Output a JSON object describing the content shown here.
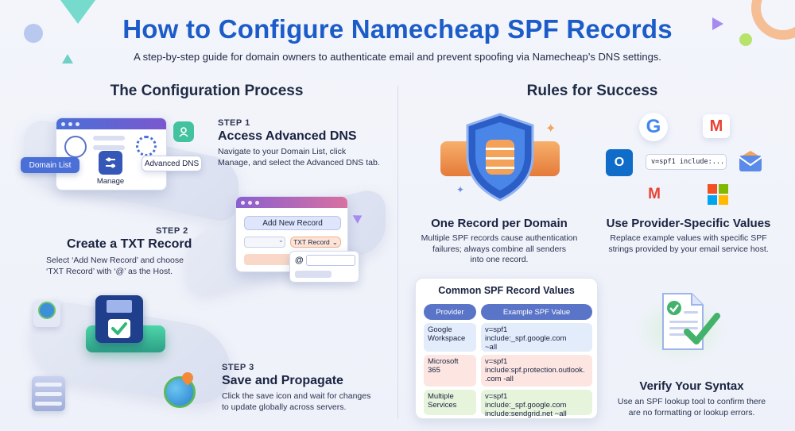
{
  "header": {
    "title": "How to Configure Namecheap SPF Records",
    "subtitle": "A step-by-step guide for domain owners to authenticate email and prevent spoofing via Namecheap’s DNS settings."
  },
  "left": {
    "heading": "The Configuration Process",
    "steps": [
      {
        "label": "STEP 1",
        "title": "Access Advanced DNS",
        "desc_lines": [
          "Navigate to your Domain List, click",
          "Manage, and select the Advanced DNS tab."
        ],
        "mockup": {
          "domain_list": "Domain List",
          "manage": "Manage",
          "advanced_dns": "Advanced DNS"
        }
      },
      {
        "label": "STEP 2",
        "title": "Create a TXT Record",
        "desc_lines": [
          "Select ‘Add New Record’ and choose",
          "‘TXT Record’ with ‘@’ as the Host."
        ],
        "mockup": {
          "add_new_record": "Add New Record",
          "txt_record": "TXT Record",
          "host": "@"
        }
      },
      {
        "label": "STEP 3",
        "title": "Save and Propagate",
        "desc_lines": [
          "Click the save icon and wait for changes",
          "to update globally across servers."
        ]
      }
    ]
  },
  "right": {
    "heading": "Rules for Success",
    "rule1": {
      "title": "One Record per Domain",
      "desc_lines": [
        "Multiple SPF records cause authentication",
        "failures; always combine all senders",
        "into one record."
      ]
    },
    "rule2": {
      "title": "Use Provider-Specific Values",
      "desc_lines": [
        "Replace example values with specific SPF",
        "strings provided by your email service host."
      ],
      "spf_snippet": "v=spf1 include:..."
    },
    "table": {
      "title": "Common SPF Record Values",
      "headers": [
        "Provider",
        "Example SPF Value"
      ],
      "rows": [
        {
          "provider_lines": [
            "Google",
            "Workspace"
          ],
          "value_lines": [
            "v=spf1 include:_spf.google.com",
            "~all"
          ],
          "color": "#e3ecfb"
        },
        {
          "provider_lines": [
            "Microsoft",
            "365"
          ],
          "value_lines": [
            "v=spf1",
            "include:spf.protection.outlook.",
            ".com -all"
          ],
          "color": "#fde6e2"
        },
        {
          "provider_lines": [
            "Multiple",
            "Services"
          ],
          "value_lines": [
            "v=spf1 include:_spf.google.com",
            "include:sendgrid.net ~all"
          ],
          "color": "#e6f4dc"
        }
      ]
    },
    "rule3": {
      "title": "Verify Your Syntax",
      "desc_lines": [
        "Use an SPF lookup tool to confirm there",
        "are no formatting or lookup errors."
      ]
    }
  },
  "icons": {
    "google_letter": "G",
    "gmail_letter": "M",
    "outlook_letter": "O"
  }
}
